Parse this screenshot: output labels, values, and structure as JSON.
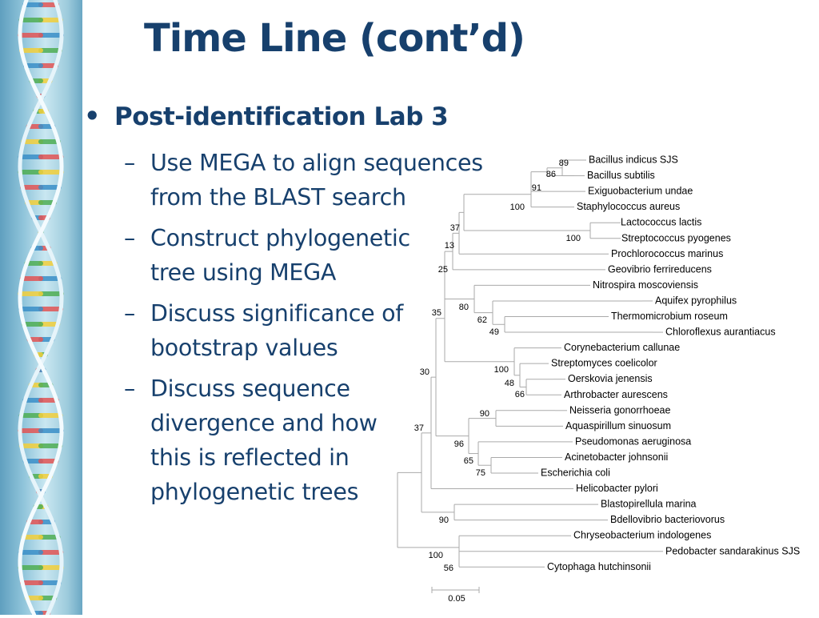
{
  "slide": {
    "title": "Time Line (cont’d)",
    "bullet": "Post-identification Lab 3",
    "bullet_marker": "•",
    "sub_marker": "–",
    "subs": [
      "Use MEGA to align sequences from the BLAST search",
      "Construct phylogenetic tree using MEGA",
      "Discuss significance of bootstrap values",
      "Discuss sequence divergence and how this is reflected in phylogenetic trees"
    ]
  },
  "tree": {
    "line_color": "#aaaaaa",
    "text_color": "#000000",
    "taxa": [
      "Bacillus indicus SJS",
      "Bacillus subtilis",
      "Exiguobacterium undae",
      "Staphylococcus aureus",
      "Lactococcus lactis",
      "Streptococcus pyogenes",
      "Prochlorococcus marinus",
      "Geovibrio ferrireducens",
      "Nitrospira moscoviensis",
      "Aquifex pyrophilus",
      "Thermomicrobium roseum",
      "Chloroflexus aurantiacus",
      "Corynebacterium callunae",
      "Streptomyces coelicolor",
      "Oerskovia jenensis",
      "Arthrobacter aurescens",
      "Neisseria gonorrhoeae",
      "Aquaspirillum sinuosum",
      "Pseudomonas aeruginosa",
      "Acinetobacter johnsonii",
      "Escherichia coli",
      "Helicobacter pylori",
      "Blastopirellula marina",
      "Bdellovibrio bacteriovorus",
      "Chryseobacterium indologenes",
      "Pedobacter sandarakinus SJS",
      "Cytophaga hutchinsonii"
    ],
    "bootstrap": [
      "89",
      "86",
      "91",
      "100",
      "100",
      "37",
      "13",
      "25",
      "80",
      "62",
      "49",
      "35",
      "100",
      "48",
      "66",
      "30",
      "90",
      "96",
      "65",
      "75",
      "37",
      "90",
      "100",
      "56"
    ],
    "scale_label": "0.05"
  }
}
